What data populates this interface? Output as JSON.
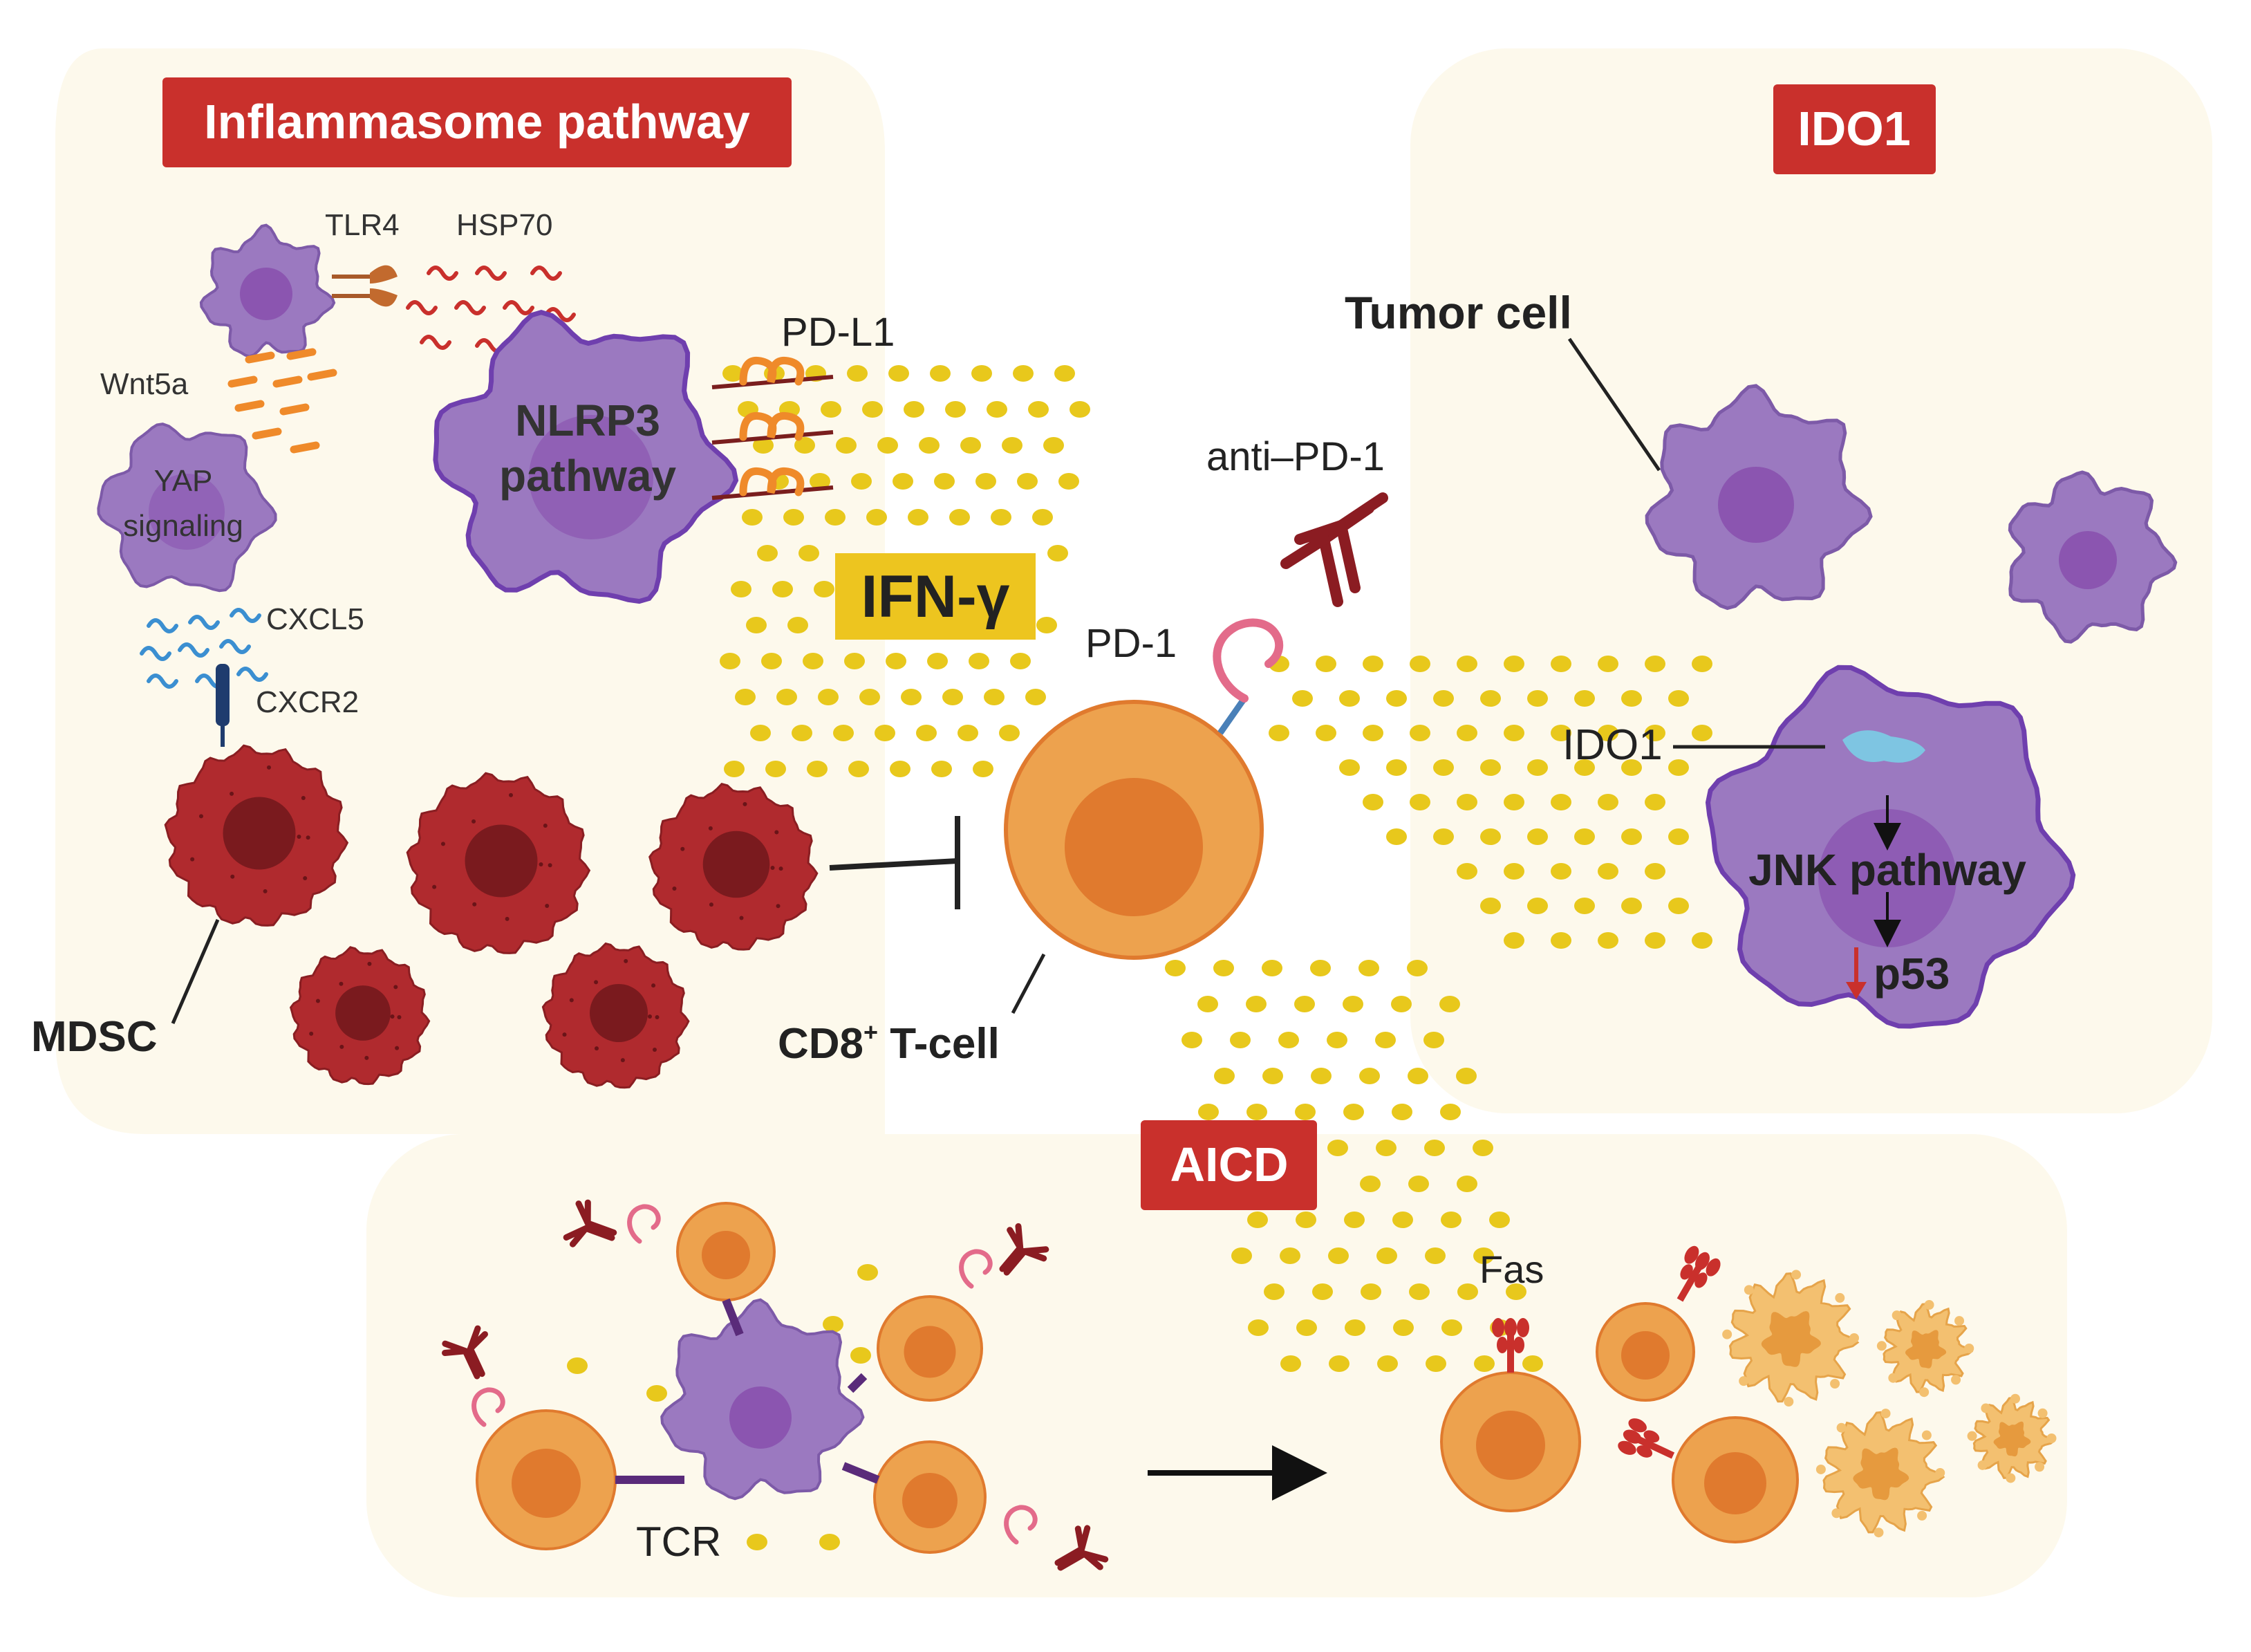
{
  "panels": {
    "inflammasome": {
      "title": "Inflammasome pathway"
    },
    "ido1": {
      "title": "IDO1"
    },
    "aicd": {
      "title": "AICD"
    }
  },
  "labels": {
    "tlr4": "TLR4",
    "hsp70": "HSP70",
    "wnt5a": "Wnt5a",
    "yap_line1": "YAP",
    "yap_line2": "signaling",
    "nlrp3_line1": "NLRP3",
    "nlrp3_line2": "pathway",
    "cxcl5": "CXCL5",
    "cxcr2": "CXCR2",
    "mdsc": "MDSC",
    "pdl1": "PD-L1",
    "ifng": "IFN-γ",
    "pd1": "PD-1",
    "anti_pd1": "anti–PD-1",
    "cd8_main": "CD8",
    "cd8_sup": "+",
    "cd8_rest": " T-cell",
    "tumor_cell": "Tumor cell",
    "ido1_enzyme": "IDO1",
    "jnk": "JNK pathway",
    "p53": "p53",
    "tcr": "TCR",
    "fas": "Fas"
  },
  "colors": {
    "panel_bg": "#fdf9ec",
    "title_bg": "#c9302c",
    "tumor_cell": "#9b79c0",
    "tumor_nucleus": "#8b55b0",
    "mdsc": "#b02a2e",
    "tcell": "#eda24e",
    "tcell_nucleus": "#e07a2e",
    "ifn_dot": "#e8c81c",
    "ifn_label_bg": "#edc51f"
  }
}
